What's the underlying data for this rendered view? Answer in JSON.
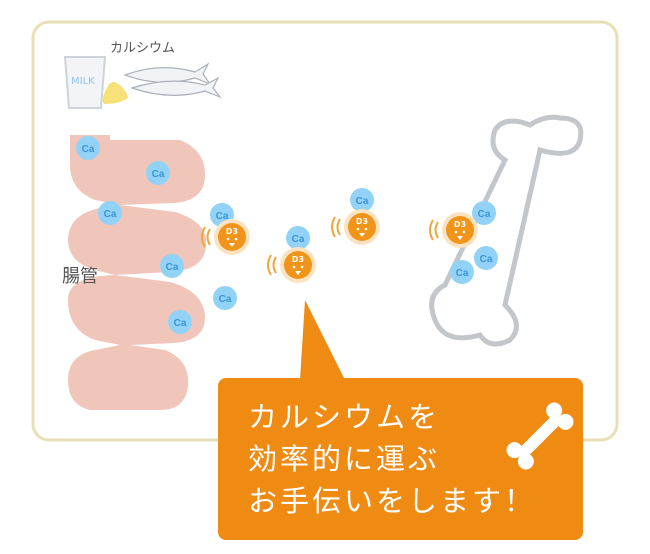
{
  "labels": {
    "calcium": "カルシウム",
    "intestine": "腸管",
    "milk": "MILK",
    "ca": "Ca",
    "d3": "D3"
  },
  "callout": {
    "lines": [
      "カルシウムを",
      "効率的に運ぶ",
      "お手伝いをします！"
    ]
  },
  "colors": {
    "frame": "#e8dfb6",
    "callout": "#ef8b12",
    "intestine": "#f1c6ba",
    "calcium": "#92d2f6",
    "vitamin_d": "#f0941a"
  }
}
